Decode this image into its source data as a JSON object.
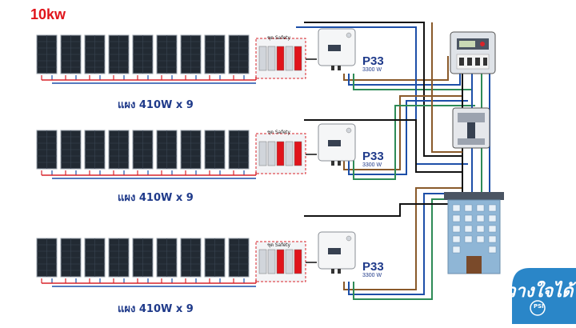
{
  "title": "10kw",
  "strings": [
    {
      "panel_label": "แผง 410W x 9",
      "safety_label": "ชุด Safety",
      "inverter_model": "P33",
      "inverter_power": "3300 W"
    },
    {
      "panel_label": "แผง 410W x 9",
      "safety_label": "ชุด Safety",
      "inverter_model": "P33",
      "inverter_power": "3300 W"
    },
    {
      "panel_label": "แผง 410W x 9",
      "safety_label": "ชุด Safety",
      "inverter_model": "P33",
      "inverter_power": "3300 W"
    }
  ],
  "panels_per_string": 9,
  "logo": {
    "text": "วางใจได้",
    "sub": "PSI"
  },
  "colors": {
    "title": "#e0141b",
    "label": "#1f3a8a",
    "wire_red": "#d8232a",
    "wire_blue": "#1d4fa8",
    "wire_black": "#111111",
    "wire_brown": "#8a5a2b",
    "wire_green": "#2e8b57",
    "panel": "#222a33",
    "logo_bg": "#2a86c8"
  }
}
